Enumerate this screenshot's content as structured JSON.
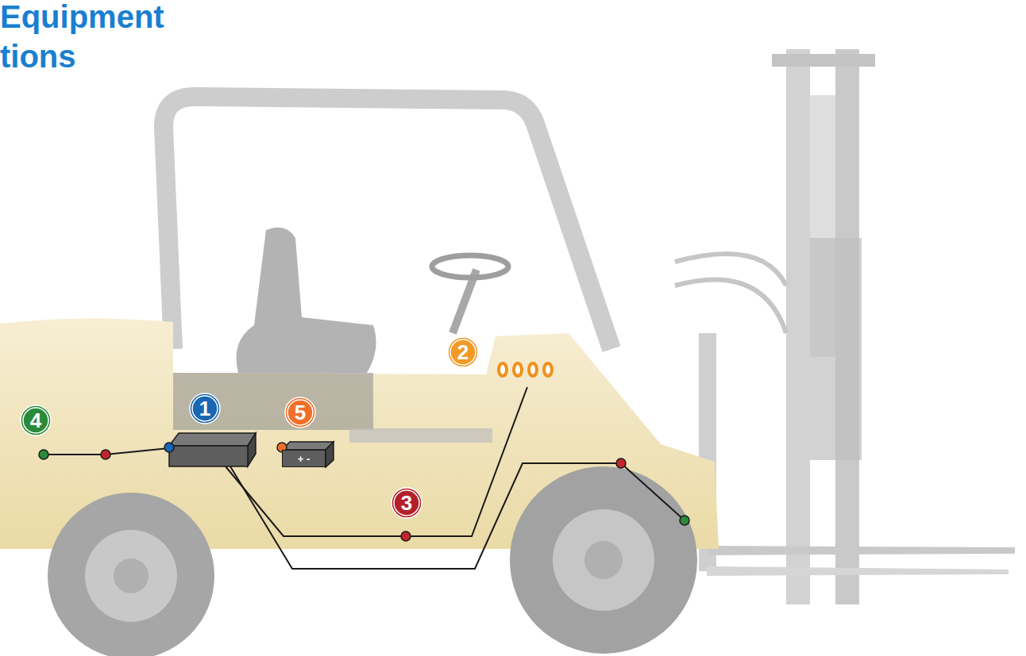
{
  "diagram": {
    "title": "Equipment tions",
    "nodes": [
      {
        "text": [
          "2"
        ]
      },
      {
        "text": [
          "4"
        ]
      },
      {
        "text": [
          "1"
        ]
      },
      {
        "text": [
          "5"
        ]
      },
      {
        "text": [
          "+ -"
        ]
      },
      {
        "text": [
          "3"
        ]
      }
    ]
  }
}
